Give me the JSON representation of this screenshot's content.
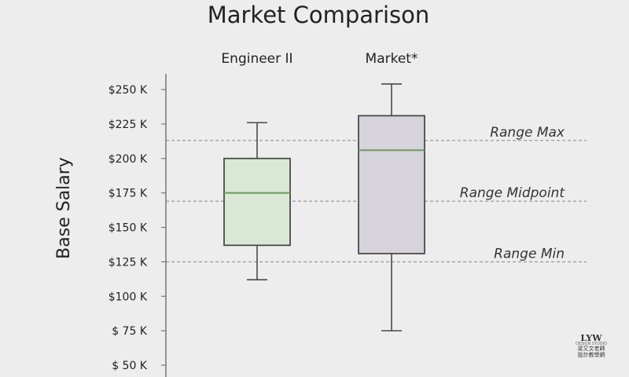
{
  "chart_data": {
    "type": "box",
    "title": "Market Comparison",
    "xlabel": "",
    "ylabel": "Base Salary",
    "ylim": [
      50,
      250
    ],
    "yticks": [
      250,
      225,
      200,
      175,
      150,
      125,
      100,
      75,
      50
    ],
    "ytick_labels": [
      "$250 K",
      "$225 K",
      "$200 K",
      "$175 K",
      "$150 K",
      "$125 K",
      "$100 K",
      "$ 75 K",
      "$ 50 K"
    ],
    "boxes": [
      {
        "name": "Engineer II",
        "min": 112,
        "q1": 137,
        "median": 175,
        "q3": 200,
        "max": 226,
        "fill": "#d9e8d4"
      },
      {
        "name": "Market*",
        "min": 75,
        "q1": 131,
        "median": 206,
        "q3": 231,
        "max": 254,
        "fill": "#d6d3dc"
      }
    ],
    "reference_lines": [
      {
        "label": "Range Max",
        "value": 213
      },
      {
        "label": "Range Midpoint",
        "value": 169
      },
      {
        "label": "Range Min",
        "value": 125
      }
    ],
    "colors": {
      "median": "#6f9a5a",
      "box_stroke": "#4a4a4a",
      "reference": "#8a7f92"
    }
  },
  "watermark": {
    "line1": "LYW",
    "line2": "DESIGN STUDIO",
    "line3": "梁又文老師",
    "line4": "設計教學網"
  }
}
